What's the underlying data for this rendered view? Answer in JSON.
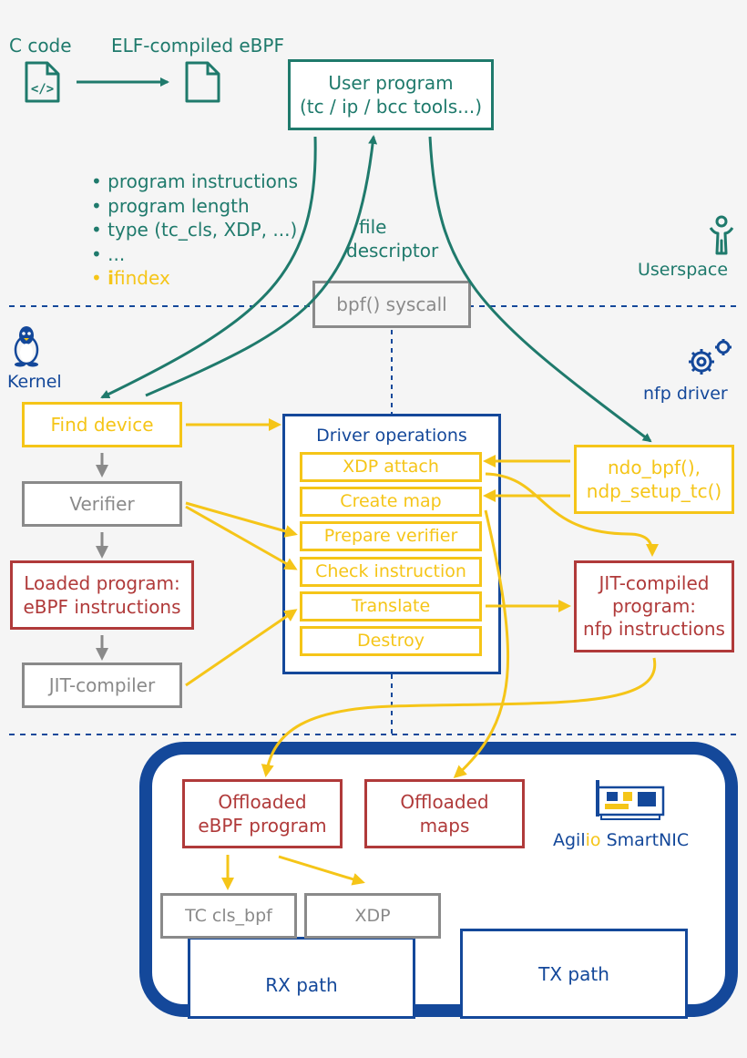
{
  "userspace": {
    "c_code": "C code",
    "elf_label": "ELF-compiled eBPF",
    "user_program_line1": "User program",
    "user_program_line2": "(tc / ip / bcc tools...)",
    "bullets": [
      "program instructions",
      "program length",
      "type (tc_cls, XDP, ...)",
      "..."
    ],
    "ifindex_prefix": "i",
    "ifindex_rest": "findex",
    "fd_line1": "file",
    "fd_line2": "descriptor",
    "region_label": "Userspace",
    "syscall": "bpf() syscall"
  },
  "kernel": {
    "label": "Kernel",
    "find_device": "Find device",
    "verifier": "Verifier",
    "loaded_line1": "Loaded program:",
    "loaded_line2": "eBPF instructions",
    "jit_compiler": "JIT-compiler",
    "driver_title": "Driver operations",
    "driver_ops": [
      "XDP attach",
      "Create map",
      "Prepare verifier",
      "Check instruction",
      "Translate",
      "Destroy"
    ],
    "nfp_driver_label": "nfp driver",
    "ndo_line1": "ndo_bpf(),",
    "ndo_line2": "ndp_setup_tc()",
    "jit_prog_line1": "JIT-compiled",
    "jit_prog_line2": "program:",
    "jit_prog_line3": "nfp instructions"
  },
  "nic": {
    "offloaded_prog_line1": "Offloaded",
    "offloaded_prog_line2": "eBPF program",
    "offloaded_maps_line1": "Offloaded",
    "offloaded_maps_line2": "maps",
    "label_part1": "Agil",
    "label_part2": "io",
    "label_part3": " SmartNIC",
    "tc_cls": "TC cls_bpf",
    "xdp": "XDP",
    "rx": "RX path",
    "tx": "TX path"
  },
  "colors": {
    "teal": "#1f7a6c",
    "navy": "#14489a",
    "gold": "#f5c518",
    "grey": "#8a8a8a",
    "red": "#b03a3a"
  }
}
